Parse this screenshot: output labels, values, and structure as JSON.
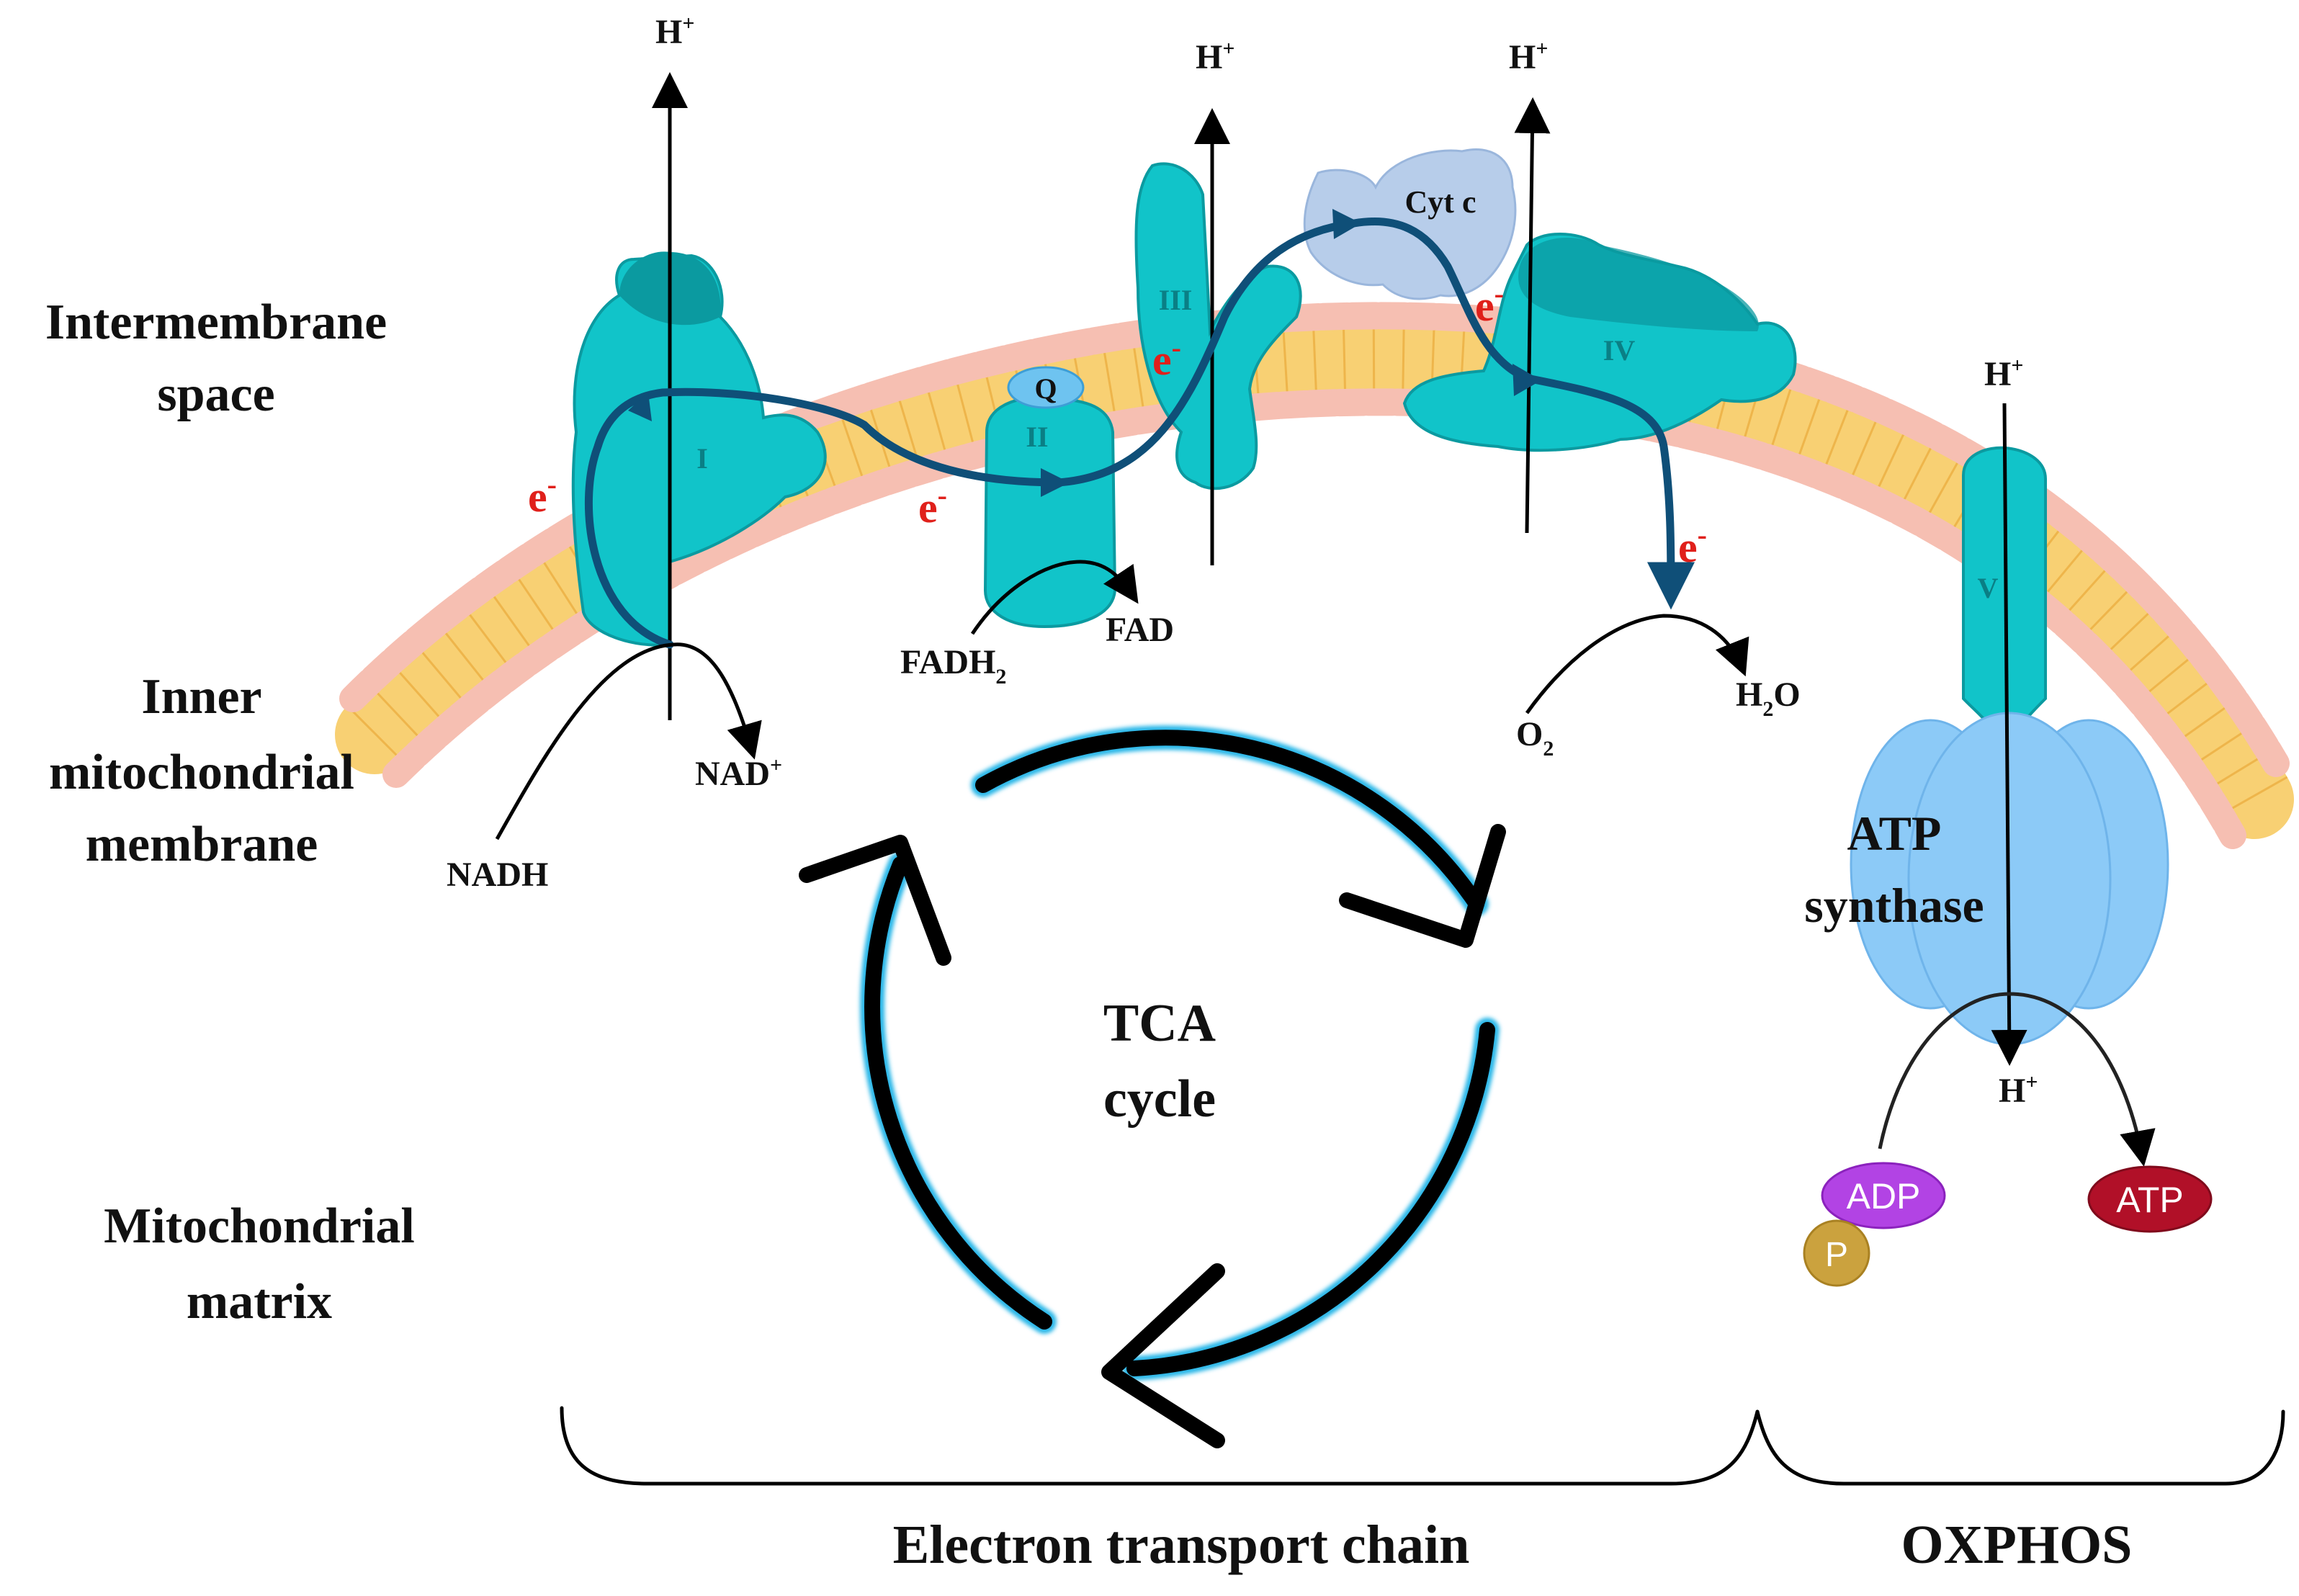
{
  "regions": {
    "intermembrane_line1": "Intermembrane",
    "intermembrane_line2": "space",
    "inner_line1": "Inner",
    "inner_line2": "mitochondrial",
    "inner_line3": "membrane",
    "matrix_line1": "Mitochondrial",
    "matrix_line2": "matrix"
  },
  "complexes": {
    "c1": "I",
    "c2": "II",
    "q": "Q",
    "c3": "III",
    "cytc": "Cyt c",
    "c4": "IV",
    "c5": "V",
    "atp_synthase_line1": "ATP",
    "atp_synthase_line2": "synthase"
  },
  "protons": {
    "base": "H",
    "sup": "+"
  },
  "electron": {
    "base": "e",
    "sup": "-"
  },
  "substrates": {
    "nadh": "NADH",
    "nad_base": "NAD",
    "nad_sup": "+",
    "fadh_base": "FADH",
    "fadh_sub": "2",
    "fad": "FAD",
    "o_base": "O",
    "o_sub": "2",
    "h2o_h": "H",
    "h2o_sub": "2",
    "h2o_o": "O"
  },
  "atp": {
    "adp": "ADP",
    "p": "P",
    "atp": "ATP"
  },
  "tca": {
    "line1": "TCA",
    "line2": "cycle"
  },
  "brackets": {
    "etc": "Electron transport chain",
    "oxphos": "OXPHOS"
  },
  "colors": {
    "complex": "#11c4c9",
    "complex_dark": "#0b9aa0",
    "electron_path": "#0f4f78",
    "electron_label": "#e0201b",
    "lipid_head": "#f6bfb2",
    "lipid_tail": "#f7c85a",
    "atp_synthase": "#8ccaf7",
    "cytc": "#b7cdea",
    "adp": "#b243e4",
    "atp_fill": "#b11028",
    "phosphate": "#cba23e",
    "tca_glow": "#29b7e8"
  }
}
